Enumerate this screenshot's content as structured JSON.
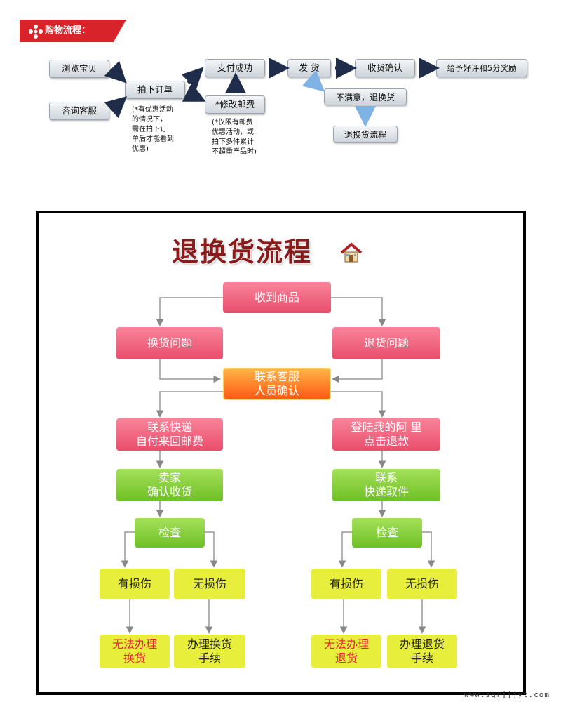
{
  "top_flow": {
    "banner": "购物流程：",
    "steps": {
      "browse": "浏览宝贝",
      "consult": "咨询客服",
      "order": "拍下订单",
      "pay": "支付成功",
      "modify_postage": "*修改邮费",
      "ship": "发 货",
      "confirm": "收货确认",
      "review": "给予好评和5分奖励",
      "unsatisfied": "不满意，退换货",
      "return_flow": "退换货流程"
    },
    "notes": {
      "order_note": "(*有优惠活动\n的情况下，\n需在拍下订\n单后才能看到\n优惠)",
      "postage_note": "(*仅限有邮费\n优惠活动，或\n拍下多件累计\n不超重产品时)"
    }
  },
  "return_chart": {
    "title": "退换货流程",
    "nodes": {
      "receive": "收到商品",
      "exchange_issue": "换货问题",
      "return_issue": "退货问题",
      "contact_cs": "联系客服\n人员确认",
      "contact_courier_self": "联系快递\n自付来回邮费",
      "login_ali": "登陆我的阿 里\n点击退款",
      "seller_confirm": "卖家\n确认收货",
      "contact_courier_pickup": "联系\n快递取件",
      "check_left": "检查",
      "check_right": "检查",
      "damaged_left": "有损伤",
      "undamaged_left": "无损伤",
      "damaged_right": "有损伤",
      "undamaged_right": "无损伤",
      "cannot_exchange": "无法办理\n换货",
      "do_exchange": "办理换货\n手续",
      "cannot_return": "无法办理\n退货",
      "do_return": "办理退货\n手续"
    }
  },
  "watermark": "www.sgrjjjyt.com",
  "colors": {
    "banner_red": "#d8232a",
    "pink": "#e94d6c",
    "orange": "#ff5a14",
    "green": "#6fc026",
    "yellow": "#e8ee3c",
    "title_red": "#8b1a1a",
    "arrow_navy": "#1f2d4a"
  }
}
